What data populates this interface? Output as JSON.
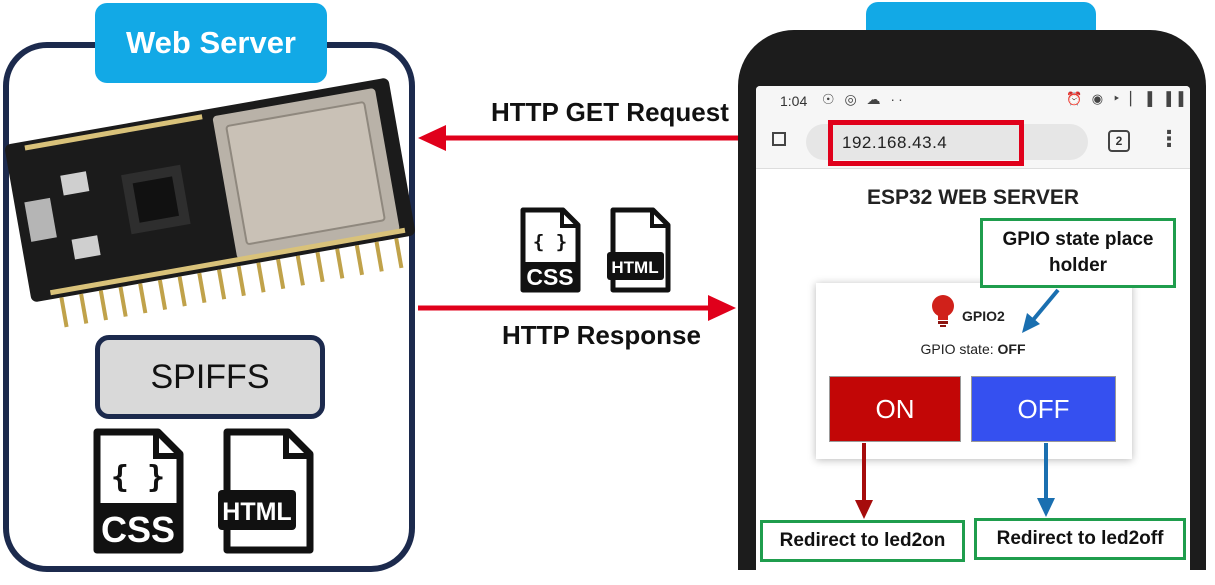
{
  "server": {
    "title": "Web Server",
    "storage_label": "SPIFFS",
    "file_icons": [
      "CSS",
      "HTML"
    ]
  },
  "client": {
    "title": "Client"
  },
  "arrows": {
    "request_label": "HTTP GET Request",
    "response_label": "HTTP Response",
    "transfer_file_icons": [
      "CSS",
      "HTML"
    ]
  },
  "phone": {
    "status_time": "1:04",
    "status_left_icons": "☉ ◎ ☁ ··",
    "status_right_icons": "⏰ ◉ ‣ ▏▐ ▐▐",
    "url": "192.168.43.4",
    "tab_count": "2",
    "menu_icon": "⋮",
    "page_title": "ESP32 WEB SERVER",
    "gpio_name": "GPIO2",
    "gpio_state_prefix": "GPIO state: ",
    "gpio_state_value": "OFF",
    "on_label": "ON",
    "off_label": "OFF"
  },
  "callouts": {
    "placeholder": "GPIO state place holder",
    "led2on": "Redirect to led2on",
    "led2off": "Redirect to led2off"
  },
  "colors": {
    "tag_blue": "#12a9e6",
    "panel_border": "#1c2a4d",
    "arrow_red": "#e0001b",
    "arrow_blue": "#1a6fb0",
    "dark_red": "#a60c0c",
    "callout_green": "#1f9d4d",
    "on_red": "#c20606",
    "off_blue": "#3550f0"
  }
}
